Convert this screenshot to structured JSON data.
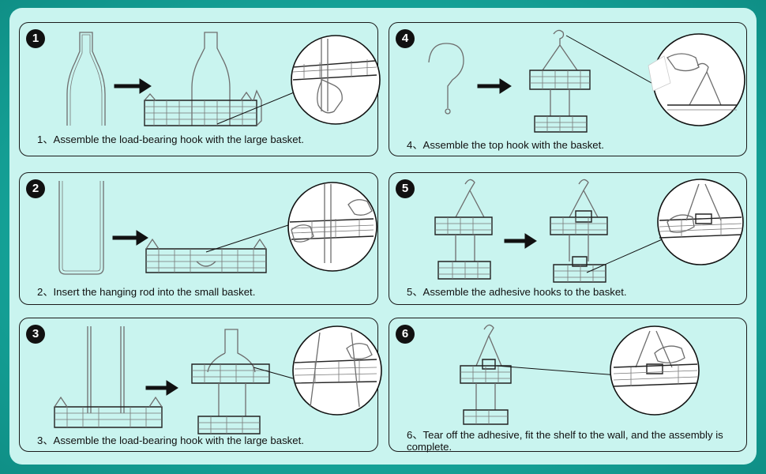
{
  "colors": {
    "background": "#17a89d",
    "board": "#c9f4ef",
    "line": "#1a1a1a"
  },
  "steps": [
    {
      "number": "1",
      "caption": "1、Assemble the load-bearing hook with the large basket."
    },
    {
      "number": "2",
      "caption": "2、Insert the hanging rod into the small basket."
    },
    {
      "number": "3",
      "caption": "3、Assemble the load-bearing hook with the large basket."
    },
    {
      "number": "4",
      "caption": "4、Assemble the top hook with the basket."
    },
    {
      "number": "5",
      "caption": "5、Assemble the adhesive hooks to the basket."
    },
    {
      "number": "6",
      "caption": "6、Tear off the adhesive, fit the shelf to the wall, and the assembly is complete."
    }
  ],
  "icons": [
    "step-number-badge",
    "right-arrow-icon",
    "magnifier-detail-circle",
    "hand-icon",
    "hook-icon",
    "basket-icon"
  ]
}
